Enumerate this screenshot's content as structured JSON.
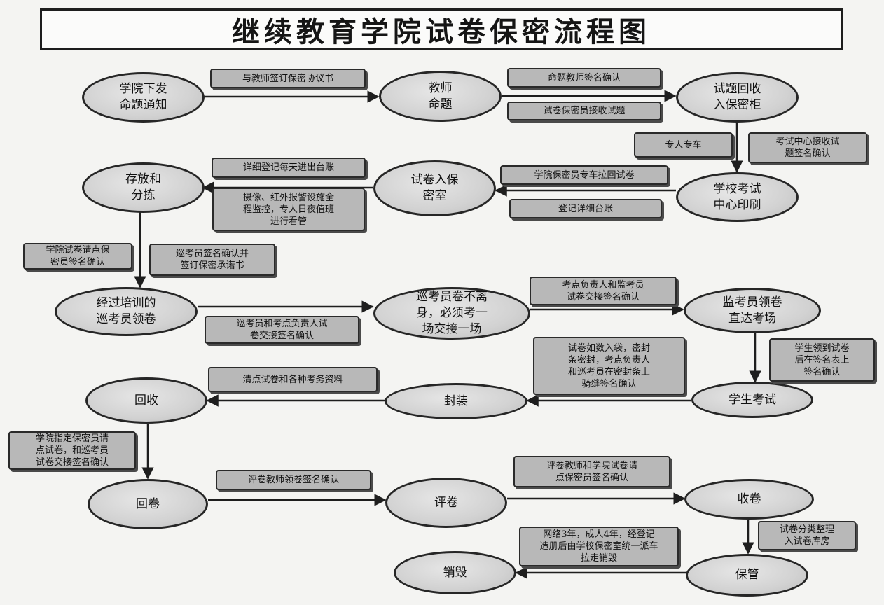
{
  "title": "继续教育学院试卷保密流程图",
  "nodes": {
    "n1": "学院下发\n命题通知",
    "n2": "教师\n命题",
    "n3": "试题回收\n入保密柜",
    "n4": "学校考试\n中心印刷",
    "n5": "试卷入保\n密室",
    "n6": "存放和\n分拣",
    "n7": "经过培训的\n巡考员领卷",
    "n8": "巡考员卷不离\n身，必须考一\n场交接一场",
    "n9": "监考员领卷\n直达考场",
    "n10": "学生考试",
    "n11": "封装",
    "n12": "回收",
    "n13": "回卷",
    "n14": "评卷",
    "n15": "收卷",
    "n16": "保管",
    "n17": "销毁"
  },
  "notes": {
    "a": "与教师签订保密协议书",
    "b": "命题教师签名确认",
    "c": "试卷保密员接收试题",
    "d": "专人专车",
    "e": "考试中心接收试\n题签名确认",
    "f": "学院保密员专车拉回试卷",
    "g": "登记详细台账",
    "h": "详细登记每天进出台账",
    "i": "摄像、红外报警设施全\n程监控，专人日夜值班\n进行看管",
    "j": "学院试卷请点保\n密员签名确认",
    "k": "巡考员签名确认并\n签订保密承诺书",
    "l": "巡考员和考点负责人试\n卷交接签名确认",
    "m": "考点负责人和监考员\n试卷交接签名确认",
    "n": "学生领到试卷\n后在签名表上\n签名确认",
    "o": "试卷如数入袋，密封\n条密封，考点负责人\n和巡考员在密封条上\n骑缝签名确认",
    "p": "清点试卷和各种考务资料",
    "q": "学院指定保密员请\n点试卷，和巡考员\n试卷交接签名确认",
    "r": "评卷教师领卷签名确认",
    "s": "评卷教师和学院试卷请\n点保密员签名确认",
    "t": "试卷分类整理\n入试卷库房",
    "u": "网络3年，成人4年，经登记\n造册后由学校保密室统一派车\n拉走销毁"
  }
}
